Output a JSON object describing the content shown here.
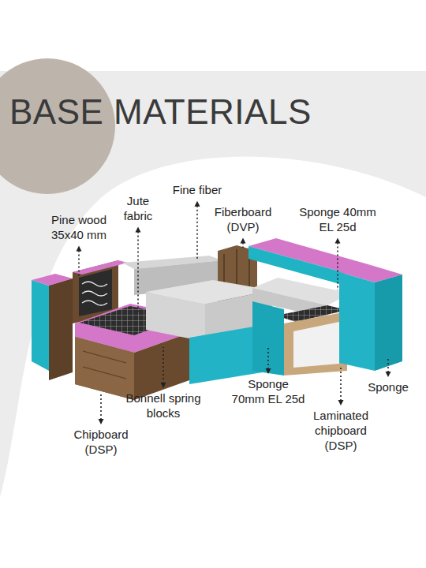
{
  "diagram": {
    "title": "BASE MATERIALS",
    "labels": [
      "Pine wood 35x40 mm",
      "Jute fabric",
      "Fine fiber",
      "Fiberboard (DVP)",
      "Sponge 40mm EL 25d",
      "Bonnell spring blocks",
      "Chipboard (DSP)",
      "Sponge 70mm EL 25d",
      "Laminated chipboard (DSP)",
      "Sponge"
    ]
  }
}
